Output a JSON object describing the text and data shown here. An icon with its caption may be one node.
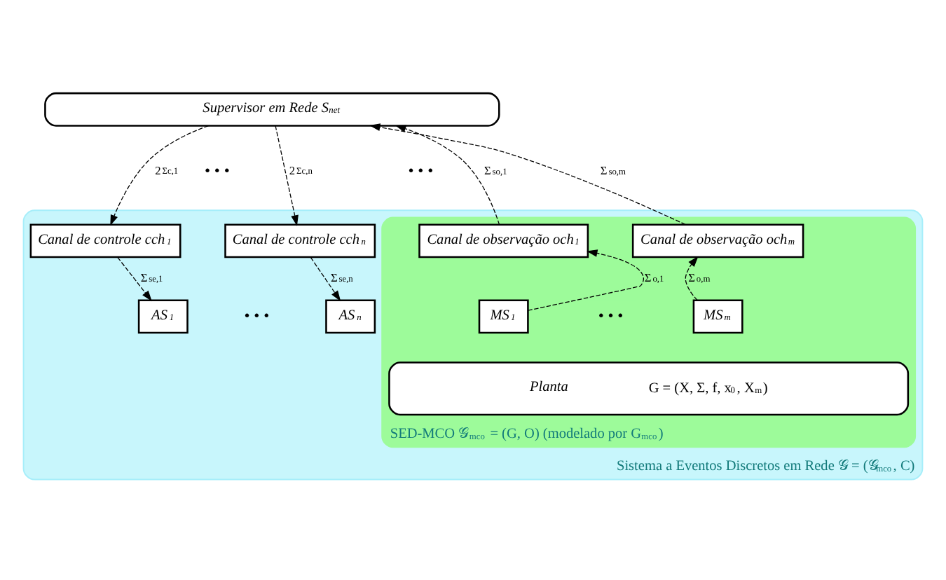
{
  "diagram": {
    "nodes": [
      {
        "text": [
          "Supervisor em Rede S$_{net}$"
        ]
      },
      {
        "text": [
          "Sistema a Eventos Discretos em Rede 𝒢 = (𝒢$_{mco}$, C)"
        ]
      },
      {
        "text": [
          "SED-MCO 𝒢$_{mco}$ = (G, O) (modelado por G$_{mco}$)"
        ],
        "in": 1
      },
      {
        "text": [
          "Canal de controle cch$_{1}$"
        ],
        "in": 1
      },
      {
        "text": [
          "Canal de controle cch$_{n}$"
        ],
        "in": 1
      },
      {
        "text": [
          "Canal de observação och$_{1}$"
        ],
        "in": 2
      },
      {
        "text": [
          "Canal de observação och$_{m}$"
        ],
        "in": 2
      },
      {
        "text": [
          "AS$_{1}$"
        ],
        "in": 1
      },
      {
        "text": [
          "AS$_{n}$"
        ],
        "in": 1
      },
      {
        "text": [
          "MS$_{1}$"
        ],
        "in": 2
      },
      {
        "text": [
          "MS$_{m}$"
        ],
        "in": 2
      },
      {
        "text": [
          "Planta",
          "G = (X, Σ, f, x$_{0}$, X$_{m}$)"
        ],
        "in": 2
      }
    ],
    "edges": [
      {
        "from": 0,
        "to": 3,
        "arrow": "to",
        "style": "dashed",
        "label": "2$^{Σc,1}$"
      },
      {
        "from": 0,
        "to": 4,
        "arrow": "to",
        "style": "dashed",
        "label": "2$^{Σc,n}$"
      },
      {
        "from": 5,
        "to": 0,
        "arrow": "to",
        "style": "dashed",
        "label": "Σ$_{so,1}$"
      },
      {
        "from": 6,
        "to": 0,
        "arrow": "to",
        "style": "dashed",
        "label": "Σ$_{so,m}$"
      },
      {
        "from": 3,
        "to": 7,
        "arrow": "to",
        "style": "dashed",
        "label": "Σ$_{se,1}$"
      },
      {
        "from": 4,
        "to": 8,
        "arrow": "to",
        "style": "dashed",
        "label": "Σ$_{se,n}$"
      },
      {
        "from": 9,
        "to": 5,
        "arrow": "to",
        "style": "dashed",
        "label": "Σ$_{o,1}$"
      },
      {
        "from": 10,
        "to": 6,
        "arrow": "to",
        "style": "dashed",
        "label": "Σ$_{o,m}$"
      }
    ],
    "labels": [
      "• • •",
      "• • •",
      "• • •",
      "• • •"
    ]
  }
}
